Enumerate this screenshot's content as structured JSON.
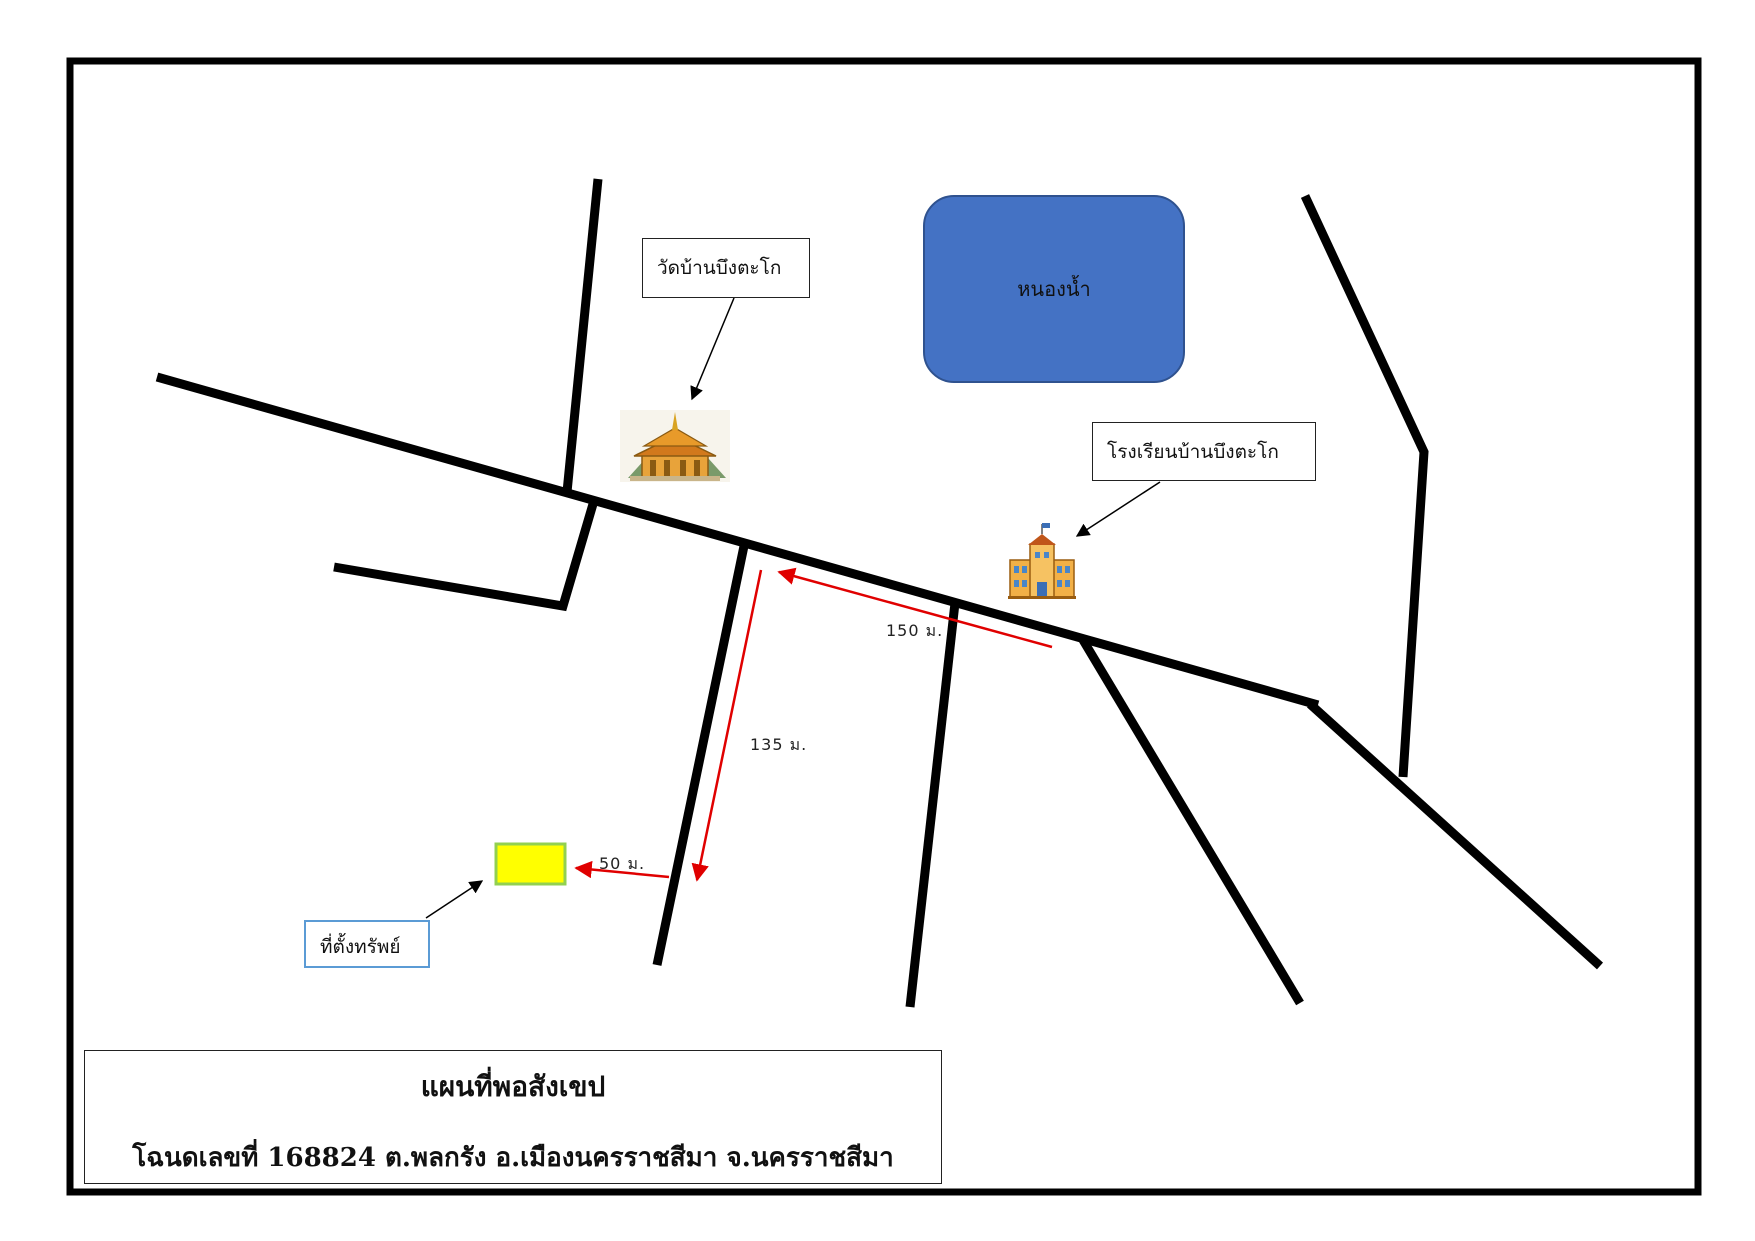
{
  "labels": {
    "temple": "วัดบ้านบึงตะโก",
    "school": "โรงเรียนบ้านบึงตะโก",
    "pond": "หนองน้ำ",
    "property": "ที่ตั้งทรัพย์"
  },
  "distances": {
    "main_road": "150 ม.",
    "side_road": "135 ม.",
    "to_property": "50 ม."
  },
  "title": {
    "main": "แผนที่พอสังเขป",
    "sub": "โฉนดเลขที่ 168824 ต.พลกรัง อ.เมืองนครราชสีมา จ.นครราชสีมา"
  },
  "icons": {
    "temple": "thai-temple-icon",
    "school": "school-building-icon"
  },
  "colors": {
    "pond": "#4472c4",
    "property": "#ffff00",
    "property_border": "#92d050",
    "distance_arrow": "#e00000",
    "road": "#000000",
    "property_callout_border": "#5b9bd5"
  }
}
